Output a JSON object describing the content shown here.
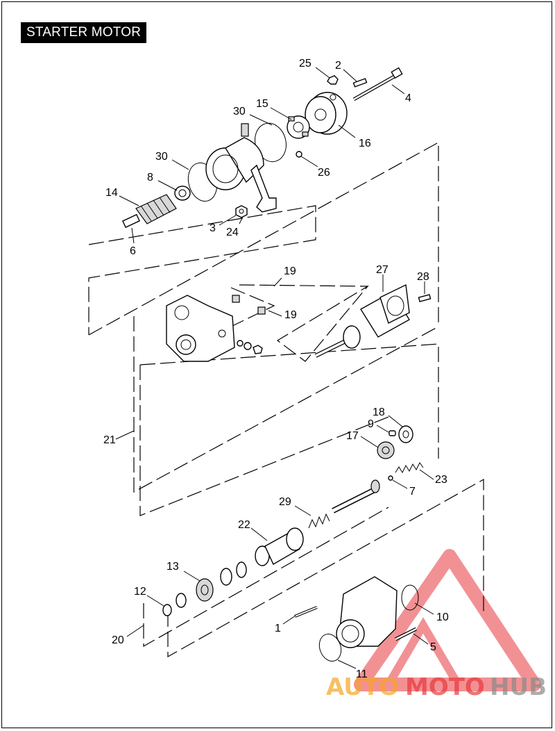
{
  "title": "STARTER MOTOR",
  "callouts": [
    {
      "id": "c25",
      "text": "25"
    },
    {
      "id": "c2",
      "text": "2"
    },
    {
      "id": "c4",
      "text": "4"
    },
    {
      "id": "c30a",
      "text": "30"
    },
    {
      "id": "c15",
      "text": "15"
    },
    {
      "id": "c16",
      "text": "16"
    },
    {
      "id": "c26",
      "text": "26"
    },
    {
      "id": "c30b",
      "text": "30"
    },
    {
      "id": "c8",
      "text": "8"
    },
    {
      "id": "c14",
      "text": "14"
    },
    {
      "id": "c3",
      "text": "3"
    },
    {
      "id": "c24",
      "text": "24"
    },
    {
      "id": "c6",
      "text": "6"
    },
    {
      "id": "c19a",
      "text": "19"
    },
    {
      "id": "c27",
      "text": "27"
    },
    {
      "id": "c28",
      "text": "28"
    },
    {
      "id": "c19b",
      "text": "19"
    },
    {
      "id": "c21",
      "text": "21"
    },
    {
      "id": "c18",
      "text": "18"
    },
    {
      "id": "c9",
      "text": "9"
    },
    {
      "id": "c17",
      "text": "17"
    },
    {
      "id": "c23",
      "text": "23"
    },
    {
      "id": "c7",
      "text": "7"
    },
    {
      "id": "c29",
      "text": "29"
    },
    {
      "id": "c22",
      "text": "22"
    },
    {
      "id": "c13",
      "text": "13"
    },
    {
      "id": "c12",
      "text": "12"
    },
    {
      "id": "c20",
      "text": "20"
    },
    {
      "id": "c1",
      "text": "1"
    },
    {
      "id": "c10",
      "text": "10"
    },
    {
      "id": "c5",
      "text": "5"
    },
    {
      "id": "c11",
      "text": "11"
    }
  ],
  "watermark": {
    "part1": "AUTO",
    "part2": "MOTO",
    "part3": "HUB"
  },
  "colors": {
    "watermark_orange": "#f5a623",
    "watermark_red": "#e8383d",
    "watermark_gray": "#8a8a8a"
  }
}
